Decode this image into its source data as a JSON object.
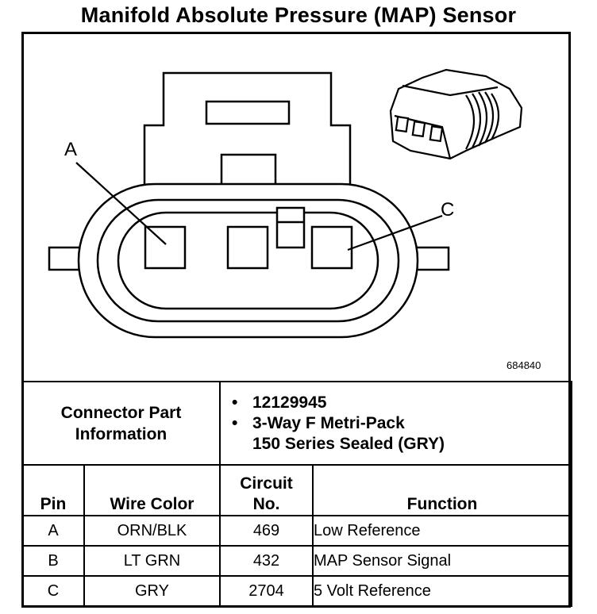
{
  "title": "Manifold Absolute Pressure (MAP) Sensor",
  "diagram": {
    "pin_label_a": "A",
    "pin_label_c": "C",
    "figure_number": "684840"
  },
  "connector": {
    "label_line1": "Connector Part",
    "label_line2": "Information",
    "bullet": "•",
    "part_number": "12129945",
    "description_line1": "3-Way F Metri-Pack",
    "description_line2": "150 Series Sealed (GRY)"
  },
  "table": {
    "headers": {
      "pin": "Pin",
      "wire_color": "Wire Color",
      "circuit_line1": "Circuit",
      "circuit_line2": "No.",
      "function": "Function"
    },
    "rows": [
      {
        "pin": "A",
        "wire_color": "ORN/BLK",
        "circuit": "469",
        "function": "Low Reference"
      },
      {
        "pin": "B",
        "wire_color": "LT GRN",
        "circuit": "432",
        "function": "MAP Sensor Signal"
      },
      {
        "pin": "C",
        "wire_color": "GRY",
        "circuit": "2704",
        "function": "5 Volt Reference"
      }
    ]
  }
}
